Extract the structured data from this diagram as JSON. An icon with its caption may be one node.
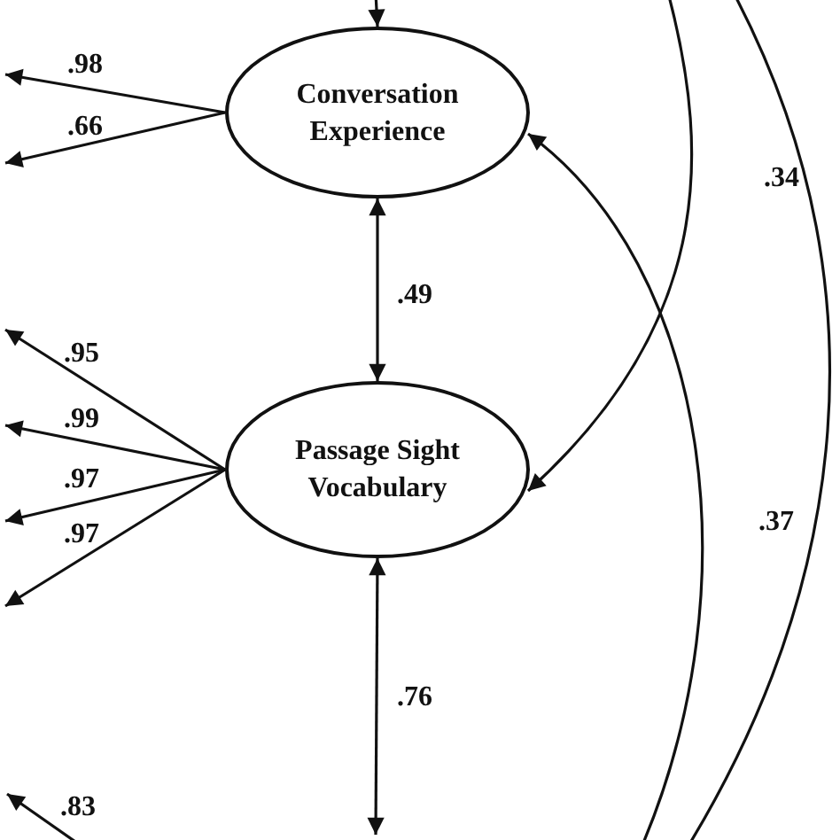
{
  "diagram": {
    "nodes": [
      {
        "text": [
          "Conversation Experience"
        ]
      },
      {
        "text": [
          "Passage Sight Vocabulary"
        ]
      }
    ],
    "edges": [
      {
        "from": null,
        "to": 0,
        "arrow": "to"
      },
      {
        "from": 0,
        "to": null,
        "arrow": "to",
        "label": ".98"
      },
      {
        "from": 0,
        "to": null,
        "arrow": "to",
        "label": ".66"
      },
      {
        "from": 0,
        "to": 1,
        "arrow": "both",
        "label": ".49"
      },
      {
        "from": 1,
        "to": null,
        "arrow": "to",
        "label": ".95"
      },
      {
        "from": 1,
        "to": null,
        "arrow": "to",
        "label": ".99"
      },
      {
        "from": 1,
        "to": null,
        "arrow": "to",
        "label": ".97"
      },
      {
        "from": 1,
        "to": null,
        "arrow": "to",
        "label": ".97"
      },
      {
        "from": 1,
        "to": null,
        "arrow": "both",
        "label": ".76"
      },
      {
        "from": null,
        "to": 1,
        "arrow": "to"
      },
      {
        "from": null,
        "to": 0,
        "arrow": "to",
        "label": ".37"
      }
    ],
    "labels": [
      ".34",
      ".83"
    ]
  }
}
